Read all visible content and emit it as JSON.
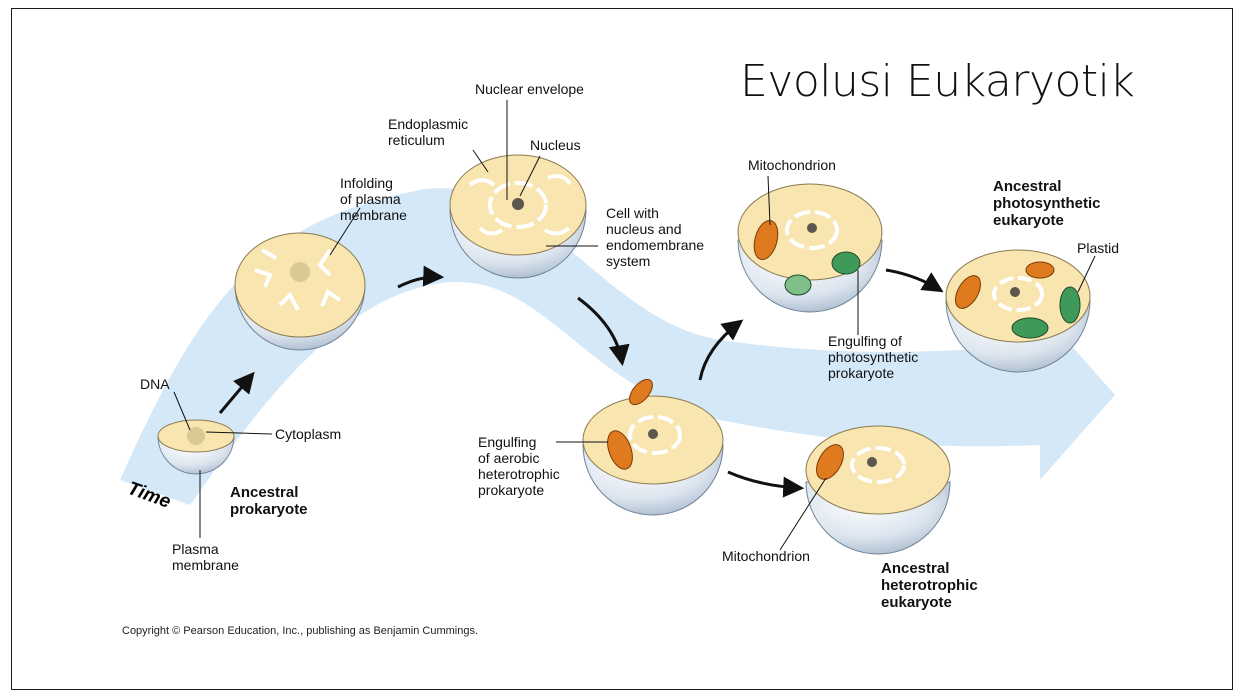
{
  "title": "Evolusi Eukaryotik",
  "labels": {
    "dna": "DNA",
    "cytoplasm": "Cytoplasm",
    "plasma_membrane": "Plasma\nmembrane",
    "time": "Time",
    "ancestral_prokaryote": "Ancestral\nprokaryote",
    "infolding": "Infolding\nof plasma\nmembrane",
    "nuclear_envelope": "Nuclear envelope",
    "endoplasmic_reticulum": "Endoplasmic\nreticulum",
    "nucleus": "Nucleus",
    "cell_with_nucleus": "Cell with\nnucleus and\nendomembrane\nsystem",
    "engulfing_aerobic": "Engulfing\nof aerobic\nheterotrophic\nprokaryote",
    "mitochondrion_top": "Mitochondrion",
    "engulfing_photosynthetic": "Engulfing of\nphotosynthetic\nprokaryote",
    "ancestral_photosynthetic": "Ancestral\nphotosynthetic\neukaryote",
    "plastid": "Plastid",
    "mitochondrion_bottom": "Mitochondrion",
    "ancestral_heterotrophic": "Ancestral\nheterotrophic\neukaryote"
  },
  "copyright": "Copyright © Pearson Education, Inc., publishing as Benjamin Cummings.",
  "colors": {
    "background_arrow": "#cfe6f7",
    "cytoplasm": "#f8e5b0",
    "cell_shell": "#dfe7ef",
    "mitochondrion": "#e07a1f",
    "plastid": "#3f9a5a"
  }
}
